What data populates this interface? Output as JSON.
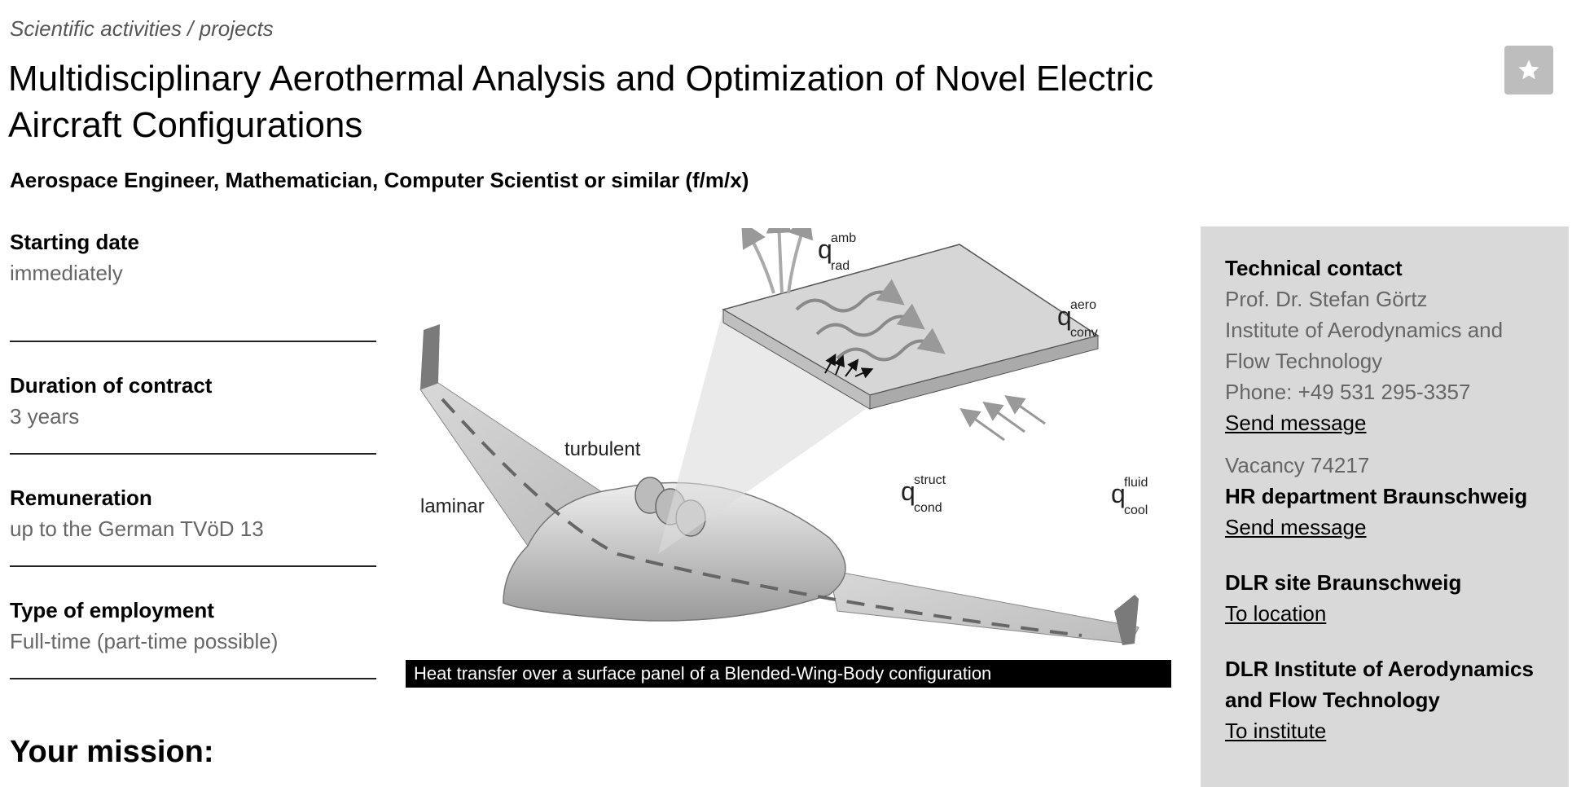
{
  "breadcrumb": "Scientific activities / projects",
  "title": "Multidisciplinary Aerothermal Analysis and Optimization of Novel Electric Aircraft Configurations",
  "subtitle": "Aerospace Engineer, Mathematician, Computer Scientist or similar (f/m/x)",
  "favorite_icon": "star-icon",
  "facts": [
    {
      "label": "Starting date",
      "value": "immediately"
    },
    {
      "label": "Duration of contract",
      "value": "3 years"
    },
    {
      "label": "Remuneration",
      "value": "up to the German TVöD 13"
    },
    {
      "label": "Type of employment",
      "value": "Full-time (part-time possible)"
    }
  ],
  "figure": {
    "caption": "Heat transfer over a surface panel of a Blended-Wing-Body configuration",
    "labels": {
      "laminar": "laminar",
      "turbulent": "turbulent",
      "q": "q",
      "rad_sup": "amb",
      "rad_sub": "rad",
      "conv_sup": "aero",
      "conv_sub": "conv",
      "cond_sup": "struct",
      "cond_sub": "cond",
      "cool_sup": "fluid",
      "cool_sub": "cool"
    }
  },
  "mission_heading": "Your mission:",
  "sidebar": {
    "technical_contact_label": "Technical contact",
    "contact_name": "Prof. Dr. Stefan Görtz",
    "contact_institute_line1": "Institute of Aerodynamics and",
    "contact_institute_line2": "Flow Technology",
    "contact_phone": "Phone: +49 531 295-3357",
    "send_message_1": "Send message",
    "vacancy": "Vacancy 74217",
    "hr_department": "HR department Braunschweig",
    "send_message_2": "Send message",
    "site_label": "DLR site Braunschweig",
    "to_location": "To location",
    "institute_line1": "DLR Institute of Aerodynamics",
    "institute_line2": "and Flow Technology",
    "to_institute": "To institute"
  },
  "colors": {
    "sidebar_bg": "#d9d9d9",
    "favorite_bg": "#bdbdbd",
    "muted_text": "#666666"
  }
}
